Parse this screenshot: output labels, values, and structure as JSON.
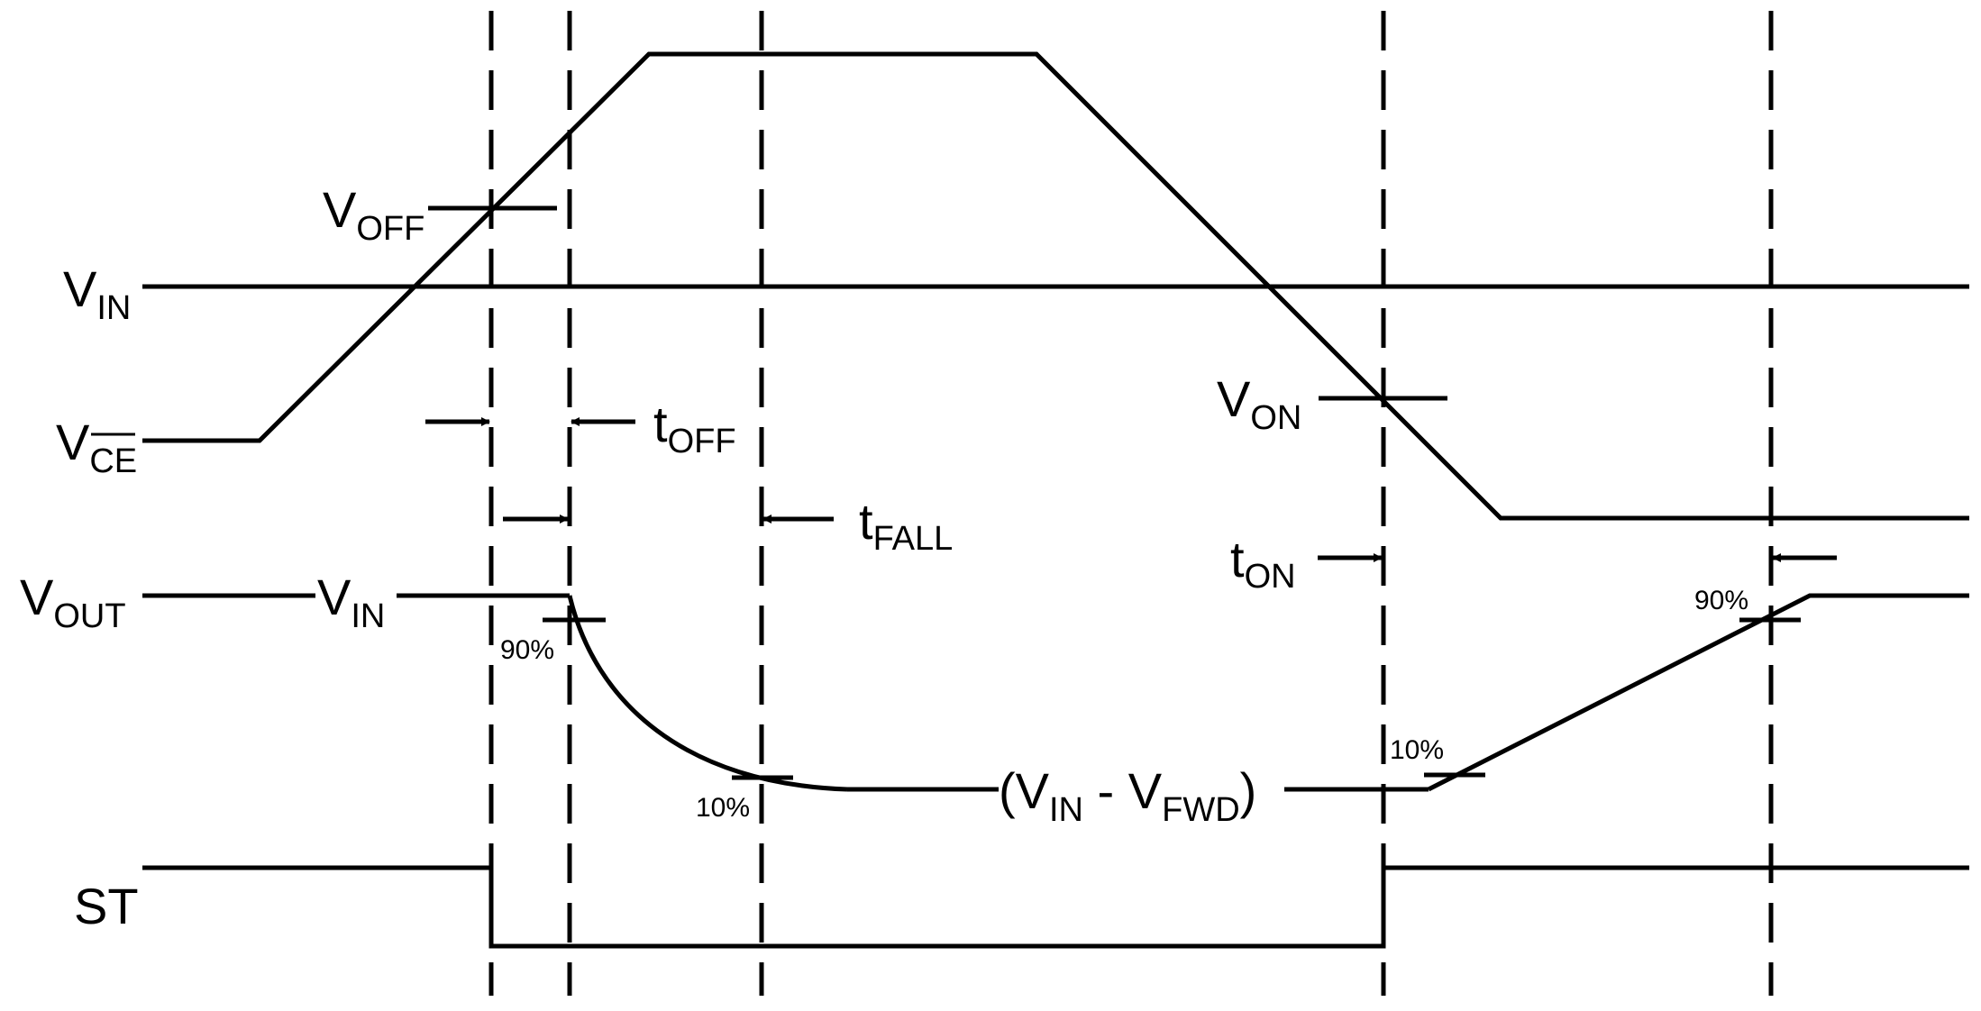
{
  "labels": {
    "vin_row": {
      "main": "V",
      "sub": "IN"
    },
    "vce_row": {
      "main": "V",
      "sub": "CE"
    },
    "vout_row": {
      "main": "V",
      "sub": "OUT"
    },
    "st_row": {
      "main": "ST"
    },
    "voff": {
      "main": "V",
      "sub": "OFF"
    },
    "von": {
      "main": "V",
      "sub": "ON"
    },
    "toff": {
      "main": "t",
      "sub": "OFF"
    },
    "tfall": {
      "main": "t",
      "sub": "FALL"
    },
    "ton": {
      "main": "t",
      "sub": "ON"
    },
    "vout_level": {
      "main": "V",
      "sub": "IN"
    },
    "vfwd_level": {
      "open": "(V",
      "sub1": "IN",
      "mid": " - V",
      "sub2": "FWD",
      "close": ")"
    },
    "pct_90_left": "90%",
    "pct_10_left": "10%",
    "pct_10_right": "10%",
    "pct_90_right": "90%"
  }
}
